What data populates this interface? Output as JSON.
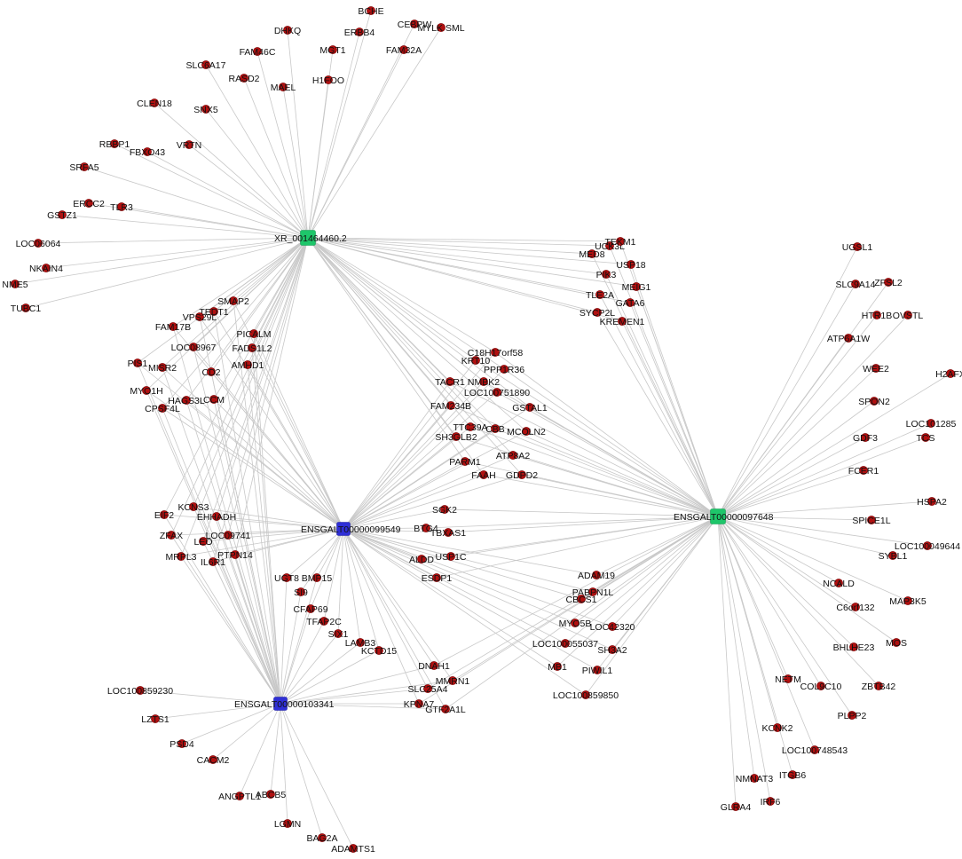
{
  "hubs": [
    {
      "id": "xr",
      "label": "XR_001464460.2",
      "kind": "green"
    },
    {
      "id": "e97648",
      "label": "ENSGALT00000097648",
      "kind": "green"
    },
    {
      "id": "e99549",
      "label": "ENSGALT00000099549",
      "kind": "blue"
    },
    {
      "id": "e103341",
      "label": "ENSGALT00000103341",
      "kind": "blue"
    }
  ],
  "genes": [
    {
      "label": "BCHE",
      "links": [
        "xr"
      ]
    },
    {
      "label": "CEBPW",
      "links": [
        "xr"
      ]
    },
    {
      "label": "MYLK SML",
      "links": [
        "xr"
      ]
    },
    {
      "label": "DHKQ",
      "links": [
        "xr"
      ]
    },
    {
      "label": "ERBB4",
      "links": [
        "xr"
      ]
    },
    {
      "label": "FAM46C",
      "links": [
        "xr"
      ]
    },
    {
      "label": "MGT1",
      "links": [
        "xr"
      ]
    },
    {
      "label": "FAM32A",
      "links": [
        "xr"
      ]
    },
    {
      "label": "SLC6A17",
      "links": [
        "xr"
      ]
    },
    {
      "label": "RASD2",
      "links": [
        "xr"
      ]
    },
    {
      "label": "MAEL",
      "links": [
        "xr"
      ]
    },
    {
      "label": "H1FOO",
      "links": [
        "xr"
      ]
    },
    {
      "label": "CLEN18",
      "links": [
        "xr"
      ]
    },
    {
      "label": "SNX5",
      "links": [
        "xr"
      ]
    },
    {
      "label": "RBBP1",
      "links": [
        "xr"
      ]
    },
    {
      "label": "FBXO43",
      "links": [
        "xr"
      ]
    },
    {
      "label": "VRTN",
      "links": [
        "xr"
      ]
    },
    {
      "label": "SRFA5",
      "links": [
        "xr"
      ]
    },
    {
      "label": "ERCC2",
      "links": [
        "xr"
      ]
    },
    {
      "label": "GSTZ1",
      "links": [
        "xr"
      ]
    },
    {
      "label": "TLR3",
      "links": [
        "xr"
      ]
    },
    {
      "label": "LOC06064",
      "links": [
        "xr"
      ]
    },
    {
      "label": "NKAIN4",
      "links": [
        "xr"
      ]
    },
    {
      "label": "NME5",
      "links": [
        "xr"
      ]
    },
    {
      "label": "TUBC1",
      "links": [
        "xr"
      ]
    },
    {
      "label": "UCK3L",
      "links": [
        "xr",
        "e97648"
      ]
    },
    {
      "label": "TEKM1",
      "links": [
        "xr",
        "e97648"
      ]
    },
    {
      "label": "MED8",
      "links": [
        "xr",
        "e97648"
      ]
    },
    {
      "label": "USP18",
      "links": [
        "xr",
        "e97648"
      ]
    },
    {
      "label": "PIK3",
      "links": [
        "xr",
        "e97648"
      ]
    },
    {
      "label": "MEIG1",
      "links": [
        "xr",
        "e97648"
      ]
    },
    {
      "label": "TLE2A",
      "links": [
        "xr",
        "e97648"
      ]
    },
    {
      "label": "GATA6",
      "links": [
        "xr",
        "e97648"
      ]
    },
    {
      "label": "SYCP2L",
      "links": [
        "xr",
        "e97648"
      ]
    },
    {
      "label": "KREMEN1",
      "links": [
        "xr",
        "e97648"
      ]
    },
    {
      "label": "SMAP2",
      "links": [
        "xr",
        "e99549",
        "e103341"
      ]
    },
    {
      "label": "TEDT1",
      "links": [
        "xr",
        "e99549",
        "e103341"
      ]
    },
    {
      "label": "VPS29L",
      "links": [
        "xr",
        "e99549",
        "e103341"
      ]
    },
    {
      "label": "FAM17B",
      "links": [
        "xr",
        "e99549",
        "e103341"
      ]
    },
    {
      "label": "PICALM",
      "links": [
        "xr",
        "e99549",
        "e103341"
      ]
    },
    {
      "label": "LOC08967",
      "links": [
        "xr",
        "e99549",
        "e103341"
      ]
    },
    {
      "label": "FADS1L2",
      "links": [
        "xr",
        "e99549",
        "e103341"
      ]
    },
    {
      "label": "PIS1",
      "links": [
        "xr",
        "e99549",
        "e103341"
      ]
    },
    {
      "label": "MISR2",
      "links": [
        "xr",
        "e99549",
        "e103341"
      ]
    },
    {
      "label": "CD2",
      "links": [
        "xr",
        "e99549",
        "e103341"
      ]
    },
    {
      "label": "AMHD1",
      "links": [
        "xr",
        "e99549",
        "e103341"
      ]
    },
    {
      "label": "MYO1H",
      "links": [
        "xr",
        "e99549",
        "e103341"
      ]
    },
    {
      "label": "HAGS3L",
      "links": [
        "xr",
        "e99549",
        "e103341"
      ]
    },
    {
      "label": "CCM",
      "links": [
        "xr",
        "e99549",
        "e103341"
      ]
    },
    {
      "label": "CPSF4L",
      "links": [
        "xr",
        "e99549",
        "e103341"
      ]
    },
    {
      "label": "C18H17orf58",
      "links": [
        "xr",
        "e99549",
        "e97648"
      ]
    },
    {
      "label": "KRT10",
      "links": [
        "xr",
        "e99549",
        "e97648"
      ]
    },
    {
      "label": "PPP1R36",
      "links": [
        "xr",
        "e99549",
        "e97648"
      ]
    },
    {
      "label": "TACR1",
      "links": [
        "xr",
        "e99549",
        "e97648"
      ]
    },
    {
      "label": "NMBK2",
      "links": [
        "xr",
        "e99549",
        "e97648"
      ]
    },
    {
      "label": "LOC100751890",
      "links": [
        "xr",
        "e99549",
        "e97648"
      ]
    },
    {
      "label": "GSTAL1",
      "links": [
        "xr",
        "e99549",
        "e97648"
      ]
    },
    {
      "label": "FAM234B",
      "links": [
        "xr",
        "e99549",
        "e97648"
      ]
    },
    {
      "label": "TTC39A",
      "links": [
        "xr",
        "e99549",
        "e97648"
      ]
    },
    {
      "label": "CBB",
      "links": [
        "xr",
        "e99549",
        "e97648"
      ]
    },
    {
      "label": "MCOLN2",
      "links": [
        "xr",
        "e99549",
        "e97648"
      ]
    },
    {
      "label": "SH3GLB2",
      "links": [
        "xr",
        "e99549",
        "e97648"
      ]
    },
    {
      "label": "ATP8A2",
      "links": [
        "xr",
        "e99549",
        "e97648"
      ]
    },
    {
      "label": "PARM1",
      "links": [
        "xr",
        "e99549",
        "e97648"
      ]
    },
    {
      "label": "FAAH",
      "links": [
        "xr",
        "e99549",
        "e97648"
      ]
    },
    {
      "label": "GDPD2",
      "links": [
        "xr",
        "e99549",
        "e97648"
      ]
    },
    {
      "label": "KCNS3",
      "links": [
        "xr",
        "e99549",
        "e103341"
      ]
    },
    {
      "label": "EIF2",
      "links": [
        "xr",
        "e99549",
        "e103341"
      ]
    },
    {
      "label": "EHHADH",
      "links": [
        "xr",
        "e99549",
        "e103341"
      ]
    },
    {
      "label": "ZFAX",
      "links": [
        "xr",
        "e99549",
        "e103341"
      ]
    },
    {
      "label": "LOC09741",
      "links": [
        "xr",
        "e99549",
        "e103341"
      ]
    },
    {
      "label": "LEO",
      "links": [
        "xr",
        "e99549",
        "e103341"
      ]
    },
    {
      "label": "MRPL3",
      "links": [
        "xr",
        "e99549",
        "e103341"
      ]
    },
    {
      "label": "PTPN14",
      "links": [
        "xr",
        "e99549",
        "e103341"
      ]
    },
    {
      "label": "IL6R1",
      "links": [
        "xr",
        "e99549",
        "e103341"
      ]
    },
    {
      "label": "SGK2",
      "links": [
        "e99549",
        "e97648"
      ]
    },
    {
      "label": "BTG4",
      "links": [
        "e99549",
        "e97648"
      ]
    },
    {
      "label": "TBXAS1",
      "links": [
        "e99549",
        "e97648"
      ]
    },
    {
      "label": "ALDD",
      "links": [
        "e99549",
        "e97648"
      ]
    },
    {
      "label": "USP1C",
      "links": [
        "e99549",
        "e97648"
      ]
    },
    {
      "label": "ESDP1",
      "links": [
        "e99549",
        "e97648"
      ]
    },
    {
      "label": "ADAM19",
      "links": [
        "e99549",
        "e97648"
      ]
    },
    {
      "label": "PABPN1L",
      "links": [
        "e99549",
        "e97648"
      ]
    },
    {
      "label": "CBCS1",
      "links": [
        "e99549",
        "e97648"
      ]
    },
    {
      "label": "MYO5B",
      "links": [
        "e99549",
        "e97648"
      ]
    },
    {
      "label": "LOC42320",
      "links": [
        "e99549",
        "e97648"
      ]
    },
    {
      "label": "LOC100055037",
      "links": [
        "e99549",
        "e97648"
      ]
    },
    {
      "label": "SH3A2",
      "links": [
        "e99549",
        "e97648"
      ]
    },
    {
      "label": "MB1",
      "links": [
        "e99549",
        "e97648"
      ]
    },
    {
      "label": "PIWIL1",
      "links": [
        "e99549",
        "e97648"
      ]
    },
    {
      "label": "LOC100859850",
      "links": [
        "e99549",
        "e97648"
      ]
    },
    {
      "label": "UGT8",
      "links": [
        "e99549",
        "e103341"
      ]
    },
    {
      "label": "BMP15",
      "links": [
        "e99549",
        "e103341"
      ]
    },
    {
      "label": "SI9",
      "links": [
        "e99549",
        "e103341"
      ]
    },
    {
      "label": "CFAP69",
      "links": [
        "e99549",
        "e103341"
      ]
    },
    {
      "label": "TFAP2C",
      "links": [
        "e99549",
        "e103341"
      ]
    },
    {
      "label": "SIX1",
      "links": [
        "e99549",
        "e103341"
      ]
    },
    {
      "label": "LAMB3",
      "links": [
        "e99549",
        "e103341"
      ]
    },
    {
      "label": "KCTD15",
      "links": [
        "e99549",
        "e103341"
      ]
    },
    {
      "label": "DNAH1",
      "links": [
        "e99549",
        "e103341",
        "e97648"
      ]
    },
    {
      "label": "MMRN1",
      "links": [
        "e99549",
        "e103341",
        "e97648"
      ]
    },
    {
      "label": "SLC25A4",
      "links": [
        "e99549",
        "e103341",
        "e97648"
      ]
    },
    {
      "label": "KPNA7",
      "links": [
        "e99549",
        "e103341",
        "e97648"
      ]
    },
    {
      "label": "GTF2A1L",
      "links": [
        "e99549",
        "e103341",
        "e97648"
      ]
    },
    {
      "label": "LOC100859230",
      "links": [
        "e103341"
      ]
    },
    {
      "label": "LZTS1",
      "links": [
        "e103341"
      ]
    },
    {
      "label": "PSD4",
      "links": [
        "e103341"
      ]
    },
    {
      "label": "CACM2",
      "links": [
        "e103341"
      ]
    },
    {
      "label": "ANGPTL1",
      "links": [
        "e103341"
      ]
    },
    {
      "label": "ABCB5",
      "links": [
        "e103341"
      ]
    },
    {
      "label": "LGMN",
      "links": [
        "e103341"
      ]
    },
    {
      "label": "BAG2A",
      "links": [
        "e103341"
      ]
    },
    {
      "label": "ADAMTS1",
      "links": [
        "e103341"
      ]
    },
    {
      "label": "UGSL1",
      "links": [
        "e97648"
      ]
    },
    {
      "label": "SLC9A14",
      "links": [
        "e97648"
      ]
    },
    {
      "label": "ZFSL2",
      "links": [
        "e97648"
      ]
    },
    {
      "label": "HTR1B",
      "links": [
        "e97648"
      ]
    },
    {
      "label": "OVSTL",
      "links": [
        "e97648"
      ]
    },
    {
      "label": "ATP6A1W",
      "links": [
        "e97648"
      ]
    },
    {
      "label": "WEE2",
      "links": [
        "e97648"
      ]
    },
    {
      "label": "H2AFX",
      "links": [
        "e97648"
      ]
    },
    {
      "label": "SPON2",
      "links": [
        "e97648"
      ]
    },
    {
      "label": "LOC101285",
      "links": [
        "e97648"
      ]
    },
    {
      "label": "GDF3",
      "links": [
        "e97648"
      ]
    },
    {
      "label": "TCS",
      "links": [
        "e97648"
      ]
    },
    {
      "label": "FCER1",
      "links": [
        "e97648"
      ]
    },
    {
      "label": "HSPA2",
      "links": [
        "e97648"
      ]
    },
    {
      "label": "SPICE1L",
      "links": [
        "e97648"
      ]
    },
    {
      "label": "LOC100049644",
      "links": [
        "e97648"
      ]
    },
    {
      "label": "SYBL1",
      "links": [
        "e97648"
      ]
    },
    {
      "label": "NCALD",
      "links": [
        "e97648"
      ]
    },
    {
      "label": "C6orf132",
      "links": [
        "e97648"
      ]
    },
    {
      "label": "MAP3K5",
      "links": [
        "e97648"
      ]
    },
    {
      "label": "MOS",
      "links": [
        "e97648"
      ]
    },
    {
      "label": "BHLHE23",
      "links": [
        "e97648"
      ]
    },
    {
      "label": "NETM",
      "links": [
        "e97648"
      ]
    },
    {
      "label": "COL9C10",
      "links": [
        "e97648"
      ]
    },
    {
      "label": "ZBTB42",
      "links": [
        "e97648"
      ]
    },
    {
      "label": "PLPP2",
      "links": [
        "e97648"
      ]
    },
    {
      "label": "KCNK2",
      "links": [
        "e97648"
      ]
    },
    {
      "label": "LOC100748543",
      "links": [
        "e97648"
      ]
    },
    {
      "label": "NMNAT3",
      "links": [
        "e97648"
      ]
    },
    {
      "label": "ITGB6",
      "links": [
        "e97648"
      ]
    },
    {
      "label": "IRF6",
      "links": [
        "e97648"
      ]
    },
    {
      "label": "GLRA4",
      "links": [
        "e97648"
      ]
    }
  ]
}
